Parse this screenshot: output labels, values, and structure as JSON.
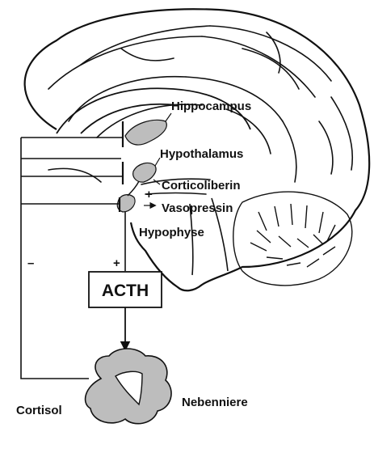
{
  "labels": {
    "hippocampus": "Hippocampus",
    "hypothalamus": "Hypothalamus",
    "corticoliberin": "Corticoliberin",
    "vasopressin": "Vasopressin",
    "hypophyse": "Hypophyse",
    "acth": "ACTH",
    "nebenniere": "Nebenniere",
    "cortisol": "Cortisol"
  },
  "signs": {
    "feedback_minus": "–",
    "acth_plus": "+",
    "hypothalamus_plus": "+"
  },
  "colors": {
    "line": "#111111",
    "gland_fill": "#bdbdbd",
    "background": "#ffffff"
  }
}
